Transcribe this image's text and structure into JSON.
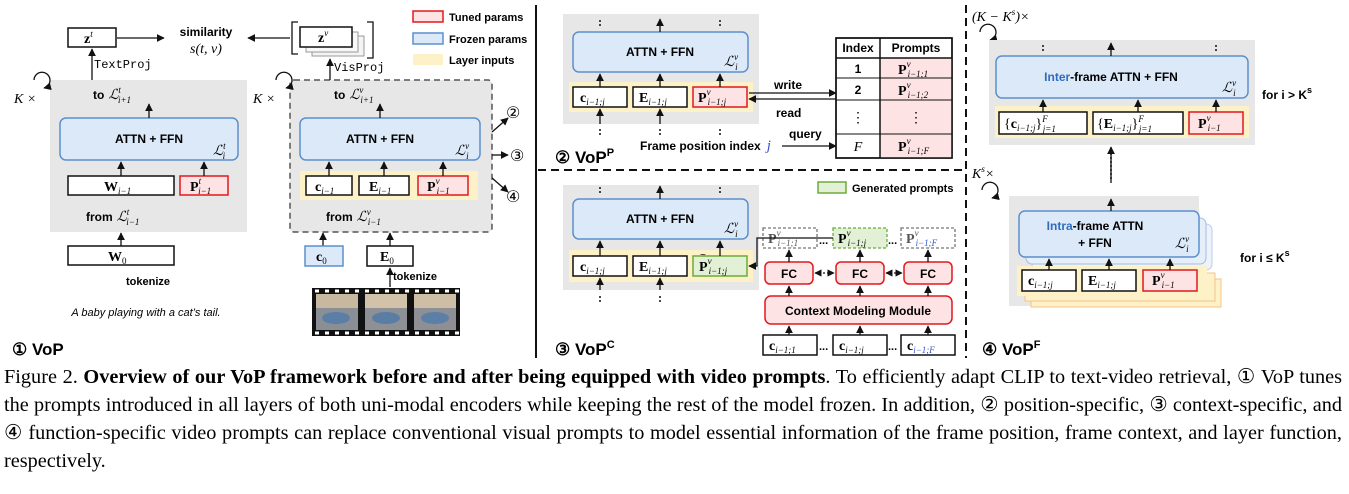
{
  "legend": {
    "tuned": "Tuned params",
    "frozen": "Frozen params",
    "layer_inputs": "Layer inputs",
    "generated": "Generated prompts"
  },
  "colors": {
    "tuned_border": "#e0191f",
    "tuned_fill": "#fde3e4",
    "frozen_border": "#5b8fce",
    "frozen_fill": "#dce9f8",
    "layer_input_fill": "#fdf1c7",
    "generated_border": "#6cab3a",
    "generated_fill": "#e2f1d6",
    "panel_gray": "#e7e7e7"
  },
  "panel1": {
    "label": "① VoP",
    "similarity_word": "similarity",
    "similarity_fn": "s(t, v)",
    "zt": "z",
    "zt_sup": "t",
    "zv": "z",
    "zv_sup": "v",
    "text_proj": "TextProj",
    "vis_proj": "VisProj",
    "k_times": "K ×",
    "to": "to",
    "from": "from",
    "L": "ℒ",
    "sub_i1": "i+1",
    "sub_im1": "i−1",
    "sub_i": "i",
    "sup_t": "t",
    "sup_v": "v",
    "attn_ffn": "ATTN + FFN",
    "W": "W",
    "W0_sub": "0",
    "P": "P",
    "c": "c",
    "E": "E",
    "c0_sub": "0",
    "E0_sub": "0",
    "tokenize": "tokenize",
    "sentence": "A baby playing with a cat’s tail.",
    "branch_marks": [
      "②",
      "③",
      "④"
    ]
  },
  "panel2": {
    "label": "② VoP",
    "label_sup": "P",
    "attn_ffn": "ATTN + FFN",
    "c_sub": "i−1;j",
    "E_sub": "i−1;j",
    "P_sub": "i−1;j",
    "write": "write",
    "read": "read",
    "query": "query",
    "frame_index_text": "Frame position index",
    "frame_index_var": "j",
    "table_headers": [
      "Index",
      "Prompts"
    ],
    "table_index": [
      "1",
      "2",
      "⋮",
      "F"
    ],
    "table_prompt_subs": [
      "i−1;1",
      "i−1;2",
      "⋮",
      "i−1;F"
    ]
  },
  "panel3": {
    "label": "③ VoP",
    "label_sup": "C",
    "attn_ffn": "ATTN + FFN",
    "fc": "FC",
    "dots": "...",
    "cmm": "Context Modeling Module",
    "gen_subs": [
      "i−1;1",
      "i−1;j",
      "i−1;F"
    ],
    "c_subs": [
      "i−1;1",
      "i−1;j",
      "i−1;F"
    ]
  },
  "panel4": {
    "label": "④ VoP",
    "label_sup": "F",
    "top_mult": "(K − K",
    "top_mult_sup": "s",
    "top_mult_end": ")×",
    "ks_mult": "K",
    "ks_mult_end": "×",
    "inter_colored": "Inter",
    "inter_rest": "-frame ATTN + FFN",
    "intra_colored": "Intra",
    "intra_rest": "-frame ATTN",
    "intra_line2": "+ FFN",
    "cond_gt": "for i > K",
    "cond_le": "for i ≤ K",
    "set_sub": "j=1",
    "set_sup": "F"
  },
  "caption": {
    "prefix": "Figure 2.",
    "bold": "Overview of our VoP framework before and after being equipped with video prompts",
    "body": ". To efficiently adapt CLIP to text-video retrieval, ① VoP tunes the prompts introduced in all layers of both uni-modal encoders while keeping the rest of the model frozen. In addition, ② position-specific, ③ context-specific, and ④ function-specific video prompts can replace conventional visual prompts to model essential information of the frame position, frame context, and layer function, respectively."
  }
}
